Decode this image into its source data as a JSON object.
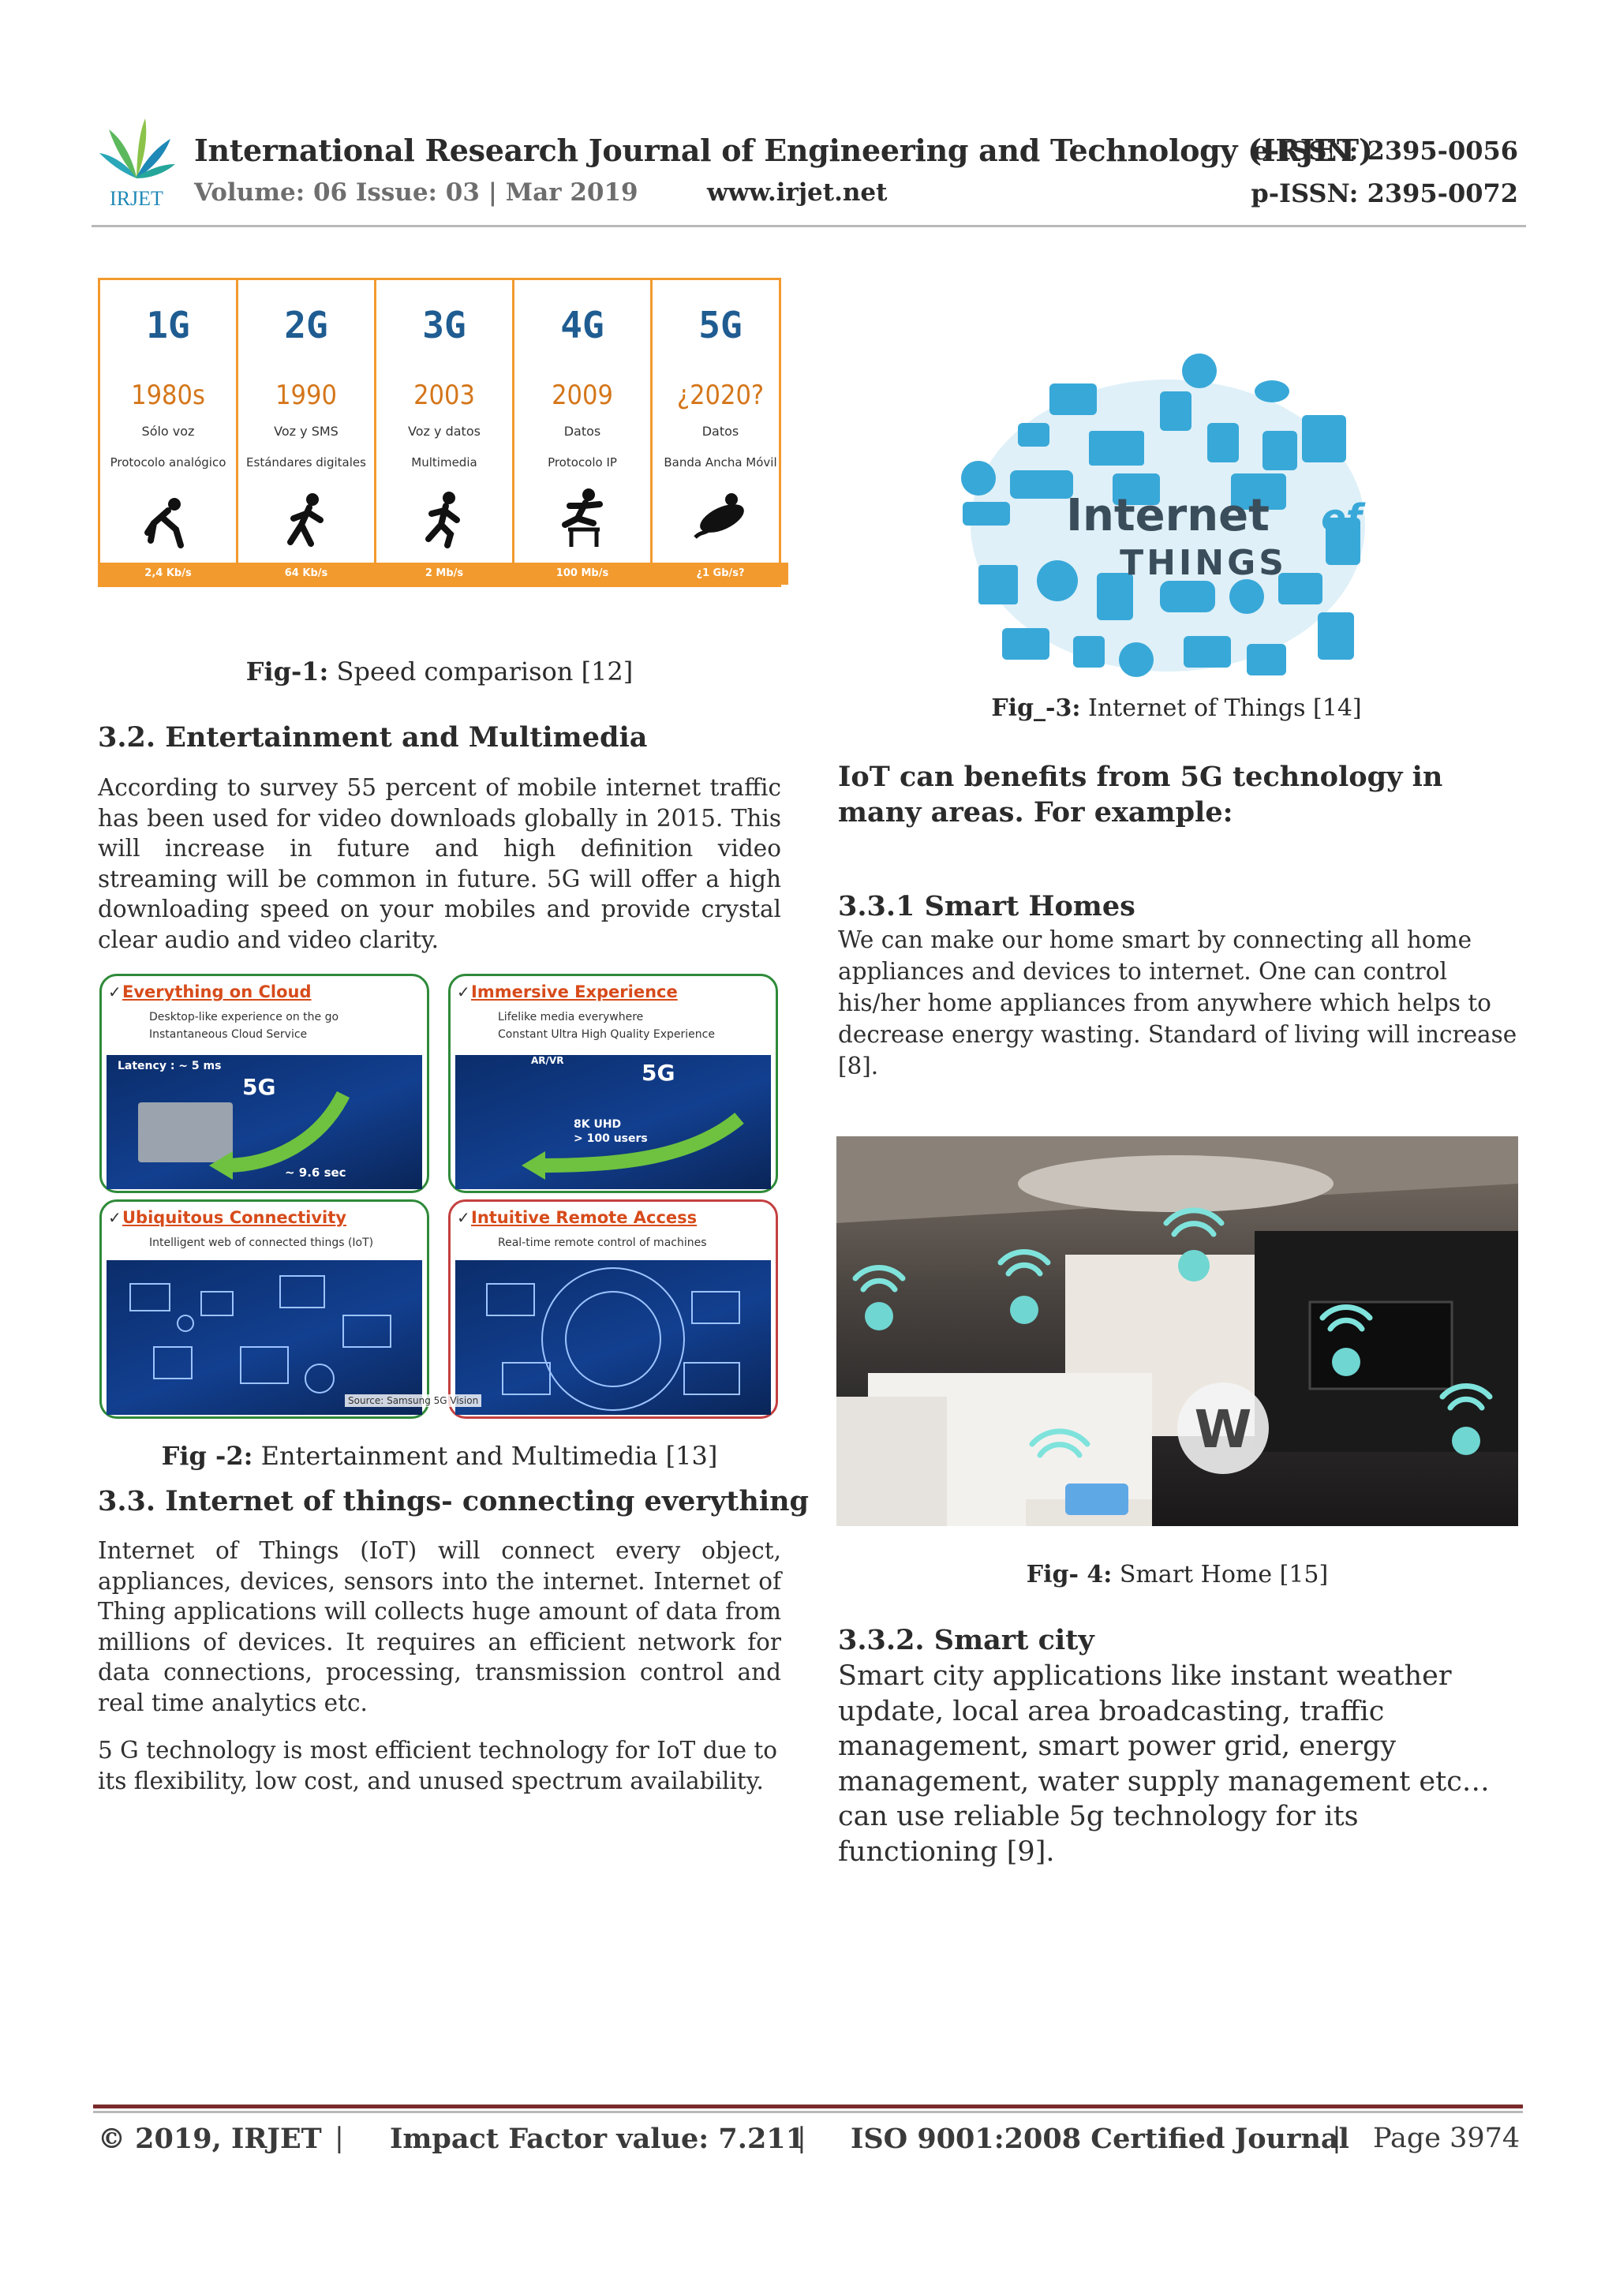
{
  "header": {
    "logo_text": "IRJET",
    "journal_title": "International Research Journal of Engineering and Technology (IRJET)",
    "e_issn": "e-ISSN: 2395-0056",
    "p_issn": "p-ISSN: 2395-0072",
    "volume": "Volume: 06 Issue: 03 | Mar 2019",
    "website": "www.irjet.net"
  },
  "fig1": {
    "generations": [
      {
        "gen": "1G",
        "year": "1980s",
        "line1": "Sólo voz",
        "line2": "Protocolo analógico",
        "speed": "2,4 Kb/s"
      },
      {
        "gen": "2G",
        "year": "1990",
        "line1": "Voz y SMS",
        "line2": "Estándares digitales",
        "speed": "64 Kb/s"
      },
      {
        "gen": "3G",
        "year": "2003",
        "line1": "Voz y datos",
        "line2": "Multimedia",
        "speed": "2 Mb/s"
      },
      {
        "gen": "4G",
        "year": "2009",
        "line1": "Datos",
        "line2": "Protocolo IP",
        "speed": "100 Mb/s"
      },
      {
        "gen": "5G",
        "year": "¿2020?",
        "line1": "Datos",
        "line2": "Banda Ancha Móvil",
        "speed": "¿1 Gb/s?"
      }
    ],
    "caption_label": "Fig-1:",
    "caption_text": " Speed comparison [12]"
  },
  "section_32": {
    "heading": "3.2. Entertainment and Multimedia",
    "paragraph": "According to survey 55 percent of mobile internet traffic has been used for video downloads globally in 2015. This will increase in future and high definition video streaming will be common in future. 5G will offer a high downloading speed on your mobiles and provide crystal clear audio and video clarity."
  },
  "fig2": {
    "panels": [
      {
        "title": "Everything on Cloud",
        "bullet1": "Desktop-like experience on the go",
        "bullet2": "Instantaneous Cloud Service",
        "color": "green"
      },
      {
        "title": "Immersive Experience",
        "bullet1": "Lifelike media everywhere",
        "bullet2": "Constant Ultra High Quality Experience",
        "color": "green"
      },
      {
        "title": "Ubiquitous Connectivity",
        "bullet1": "Intelligent web of connected things (IoT)",
        "bullet2": "",
        "color": "green"
      },
      {
        "title": "Intuitive Remote Access",
        "bullet1": "Real-time remote control of machines",
        "bullet2": "",
        "color": "red"
      }
    ],
    "labels": {
      "latency": "Latency : ~ 5 ms",
      "fiveg_a": "5G",
      "fiveg_b": "5G",
      "resolution": "8K UHD",
      "users": "> 100 users",
      "time": "~ 9.6 sec",
      "arvr": "AR/VR",
      "source": "Source: Samsung 5G Vision"
    },
    "caption_label": "Fig -2:",
    "caption_text": " Entertainment and Multimedia [13]"
  },
  "section_33": {
    "heading": "3.3. Internet of things- connecting everything",
    "paragraph1": "Internet of Things (IoT) will connect every object, appliances, devices, sensors into the internet. Internet of Thing applications will collects huge amount of data from millions of devices. It requires an efficient network for data connections, processing, transmission control and real time analytics etc.",
    "paragraph2": "5 G technology is most efficient technology for IoT due to its flexibility, low cost, and unused spectrum availability."
  },
  "fig3": {
    "word1": "Internet",
    "word2": "of",
    "word3": "THINGS",
    "caption_label": "Fig_-3:",
    "caption_text": " Internet of Things [14]"
  },
  "iot_intro": {
    "heading": "IoT can benefits from 5G technology in many areas. For example:"
  },
  "section_331": {
    "heading": "3.3.1 Smart Homes",
    "paragraph": "We can make our home smart by connecting all home appliances and devices to internet. One can control his/her home appliances from anywhere which helps to decrease energy wasting. Standard of living will increase [8]."
  },
  "fig4": {
    "logo_letter": "W",
    "caption_label": "Fig- 4:",
    "caption_text": " Smart Home [15]"
  },
  "section_332": {
    "heading": "3.3.2. Smart city",
    "paragraph": "Smart city applications like instant weather update, local area broadcasting, traffic management, smart power grid, energy management, water supply management etc… can use reliable 5g technology for its functioning [9]."
  },
  "footer": {
    "copyright": "© 2019, IRJET",
    "sep": "|",
    "impact": "Impact Factor value: 7.211",
    "iso": "ISO 9001:2008 Certified Journal",
    "page": "Page 3974"
  },
  "colors": {
    "accent_blue": "#1f5c91",
    "iot_blue": "#38a8d8",
    "orange": "#f29a2e",
    "footer_rule": "#7a2a2a"
  }
}
